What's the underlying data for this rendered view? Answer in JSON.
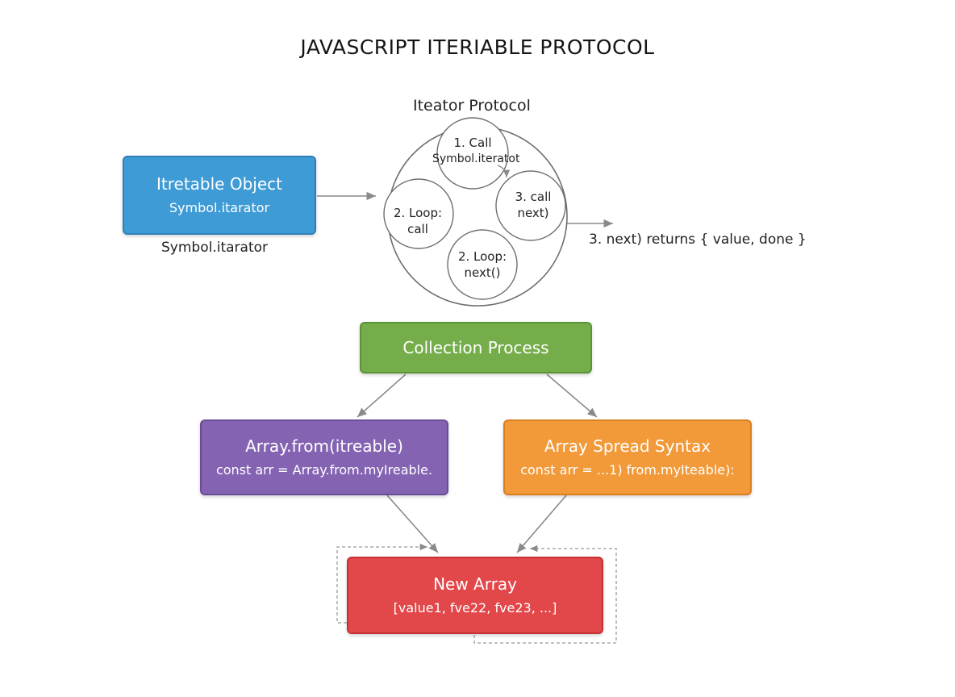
{
  "title": "JAVASCRIPT ITERIABLE PROTOCOL",
  "iterable": {
    "heading": "Itretable Object",
    "sub": "Symbol.itarator",
    "caption": "Symbol.itarator"
  },
  "iterator_protocol": {
    "heading": "Iteator Protocol",
    "step_call": {
      "line1": "1. Call",
      "line2": "Symbol.iteratot"
    },
    "step_next_call": {
      "line1": "3. call",
      "line2": "next)"
    },
    "step_loop_call": {
      "line1": "2. Loop:",
      "line2": "call"
    },
    "step_loop_next": {
      "line1": "2. Loop:",
      "line2": "next()"
    },
    "returns": "3. next) returns { value, done }"
  },
  "collection": {
    "heading": "Collection Process"
  },
  "array_from": {
    "heading": "Array.from(itreable)",
    "code": "const arr = Array.from.myIreable."
  },
  "spread": {
    "heading": "Array Spread Syntax",
    "code": "const arr = ...1) from.myIteable):"
  },
  "new_array": {
    "heading": "New Array",
    "value": "[value1, fve22, fve23, ...]"
  },
  "colors": {
    "blue": "#3f9bd6",
    "green": "#74ad4a",
    "purple": "#8463b3",
    "orange": "#f29a3a",
    "red": "#e2474a"
  }
}
